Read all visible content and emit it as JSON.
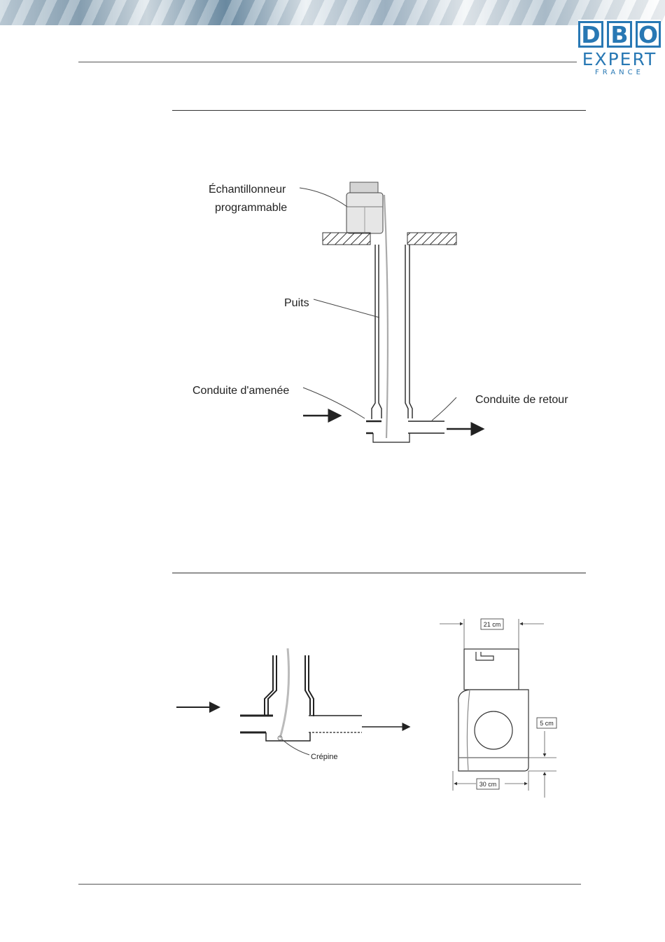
{
  "logo": {
    "letters": [
      "D",
      "B",
      "O"
    ],
    "word": "EXPERT",
    "sub": "FRANCE"
  },
  "diagram1": {
    "labels": {
      "sampler_line1": "Échantillonneur",
      "sampler_line2": "programmable",
      "well": "Puits",
      "inlet": "Conduite d'amenée",
      "return": "Conduite de retour"
    }
  },
  "diagram2": {
    "labels": {
      "strainer": "Crépine"
    }
  },
  "diagram3": {
    "dimensions": {
      "width_top": "21 cm",
      "height_side": "5 cm",
      "width_bottom": "30 cm"
    }
  }
}
